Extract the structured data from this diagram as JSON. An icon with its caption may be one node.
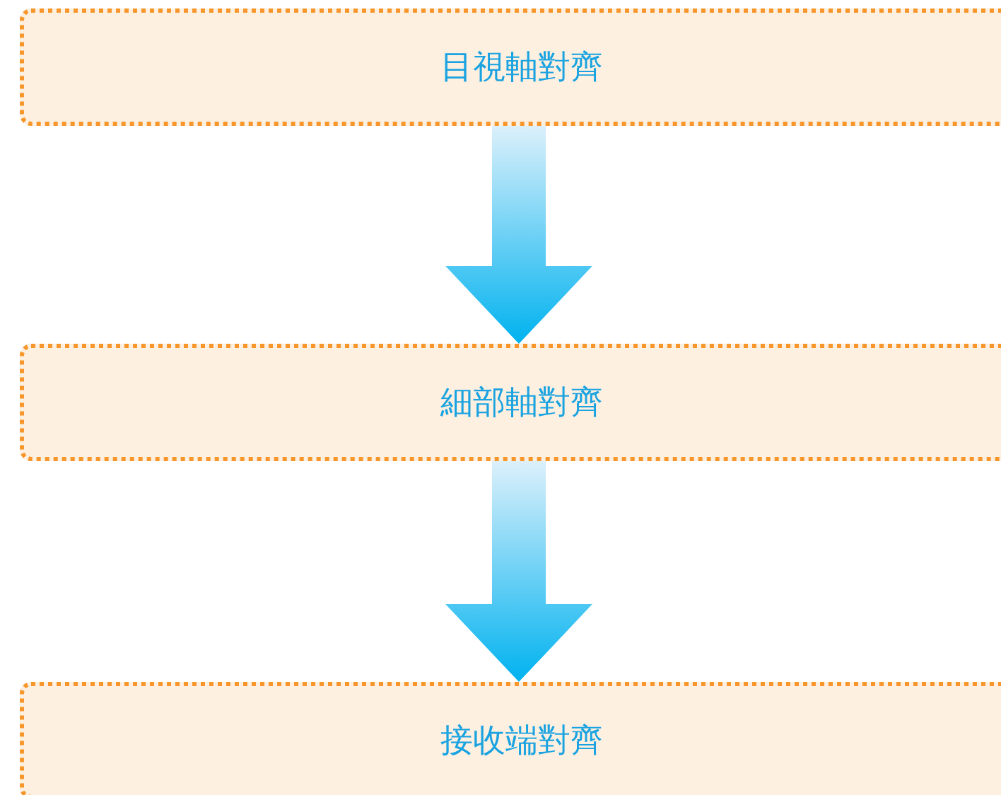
{
  "diagram": {
    "nodes": [
      {
        "text": [
          "目視軸對齊"
        ]
      },
      {
        "text": [
          "細部軸對齊"
        ]
      },
      {
        "text": [
          "接收端對齊"
        ]
      }
    ],
    "edges": [
      {
        "from": 0,
        "to": 1,
        "arrow": "to",
        "style": "thick"
      },
      {
        "from": 1,
        "to": 2,
        "arrow": "to",
        "style": "thick"
      }
    ]
  }
}
